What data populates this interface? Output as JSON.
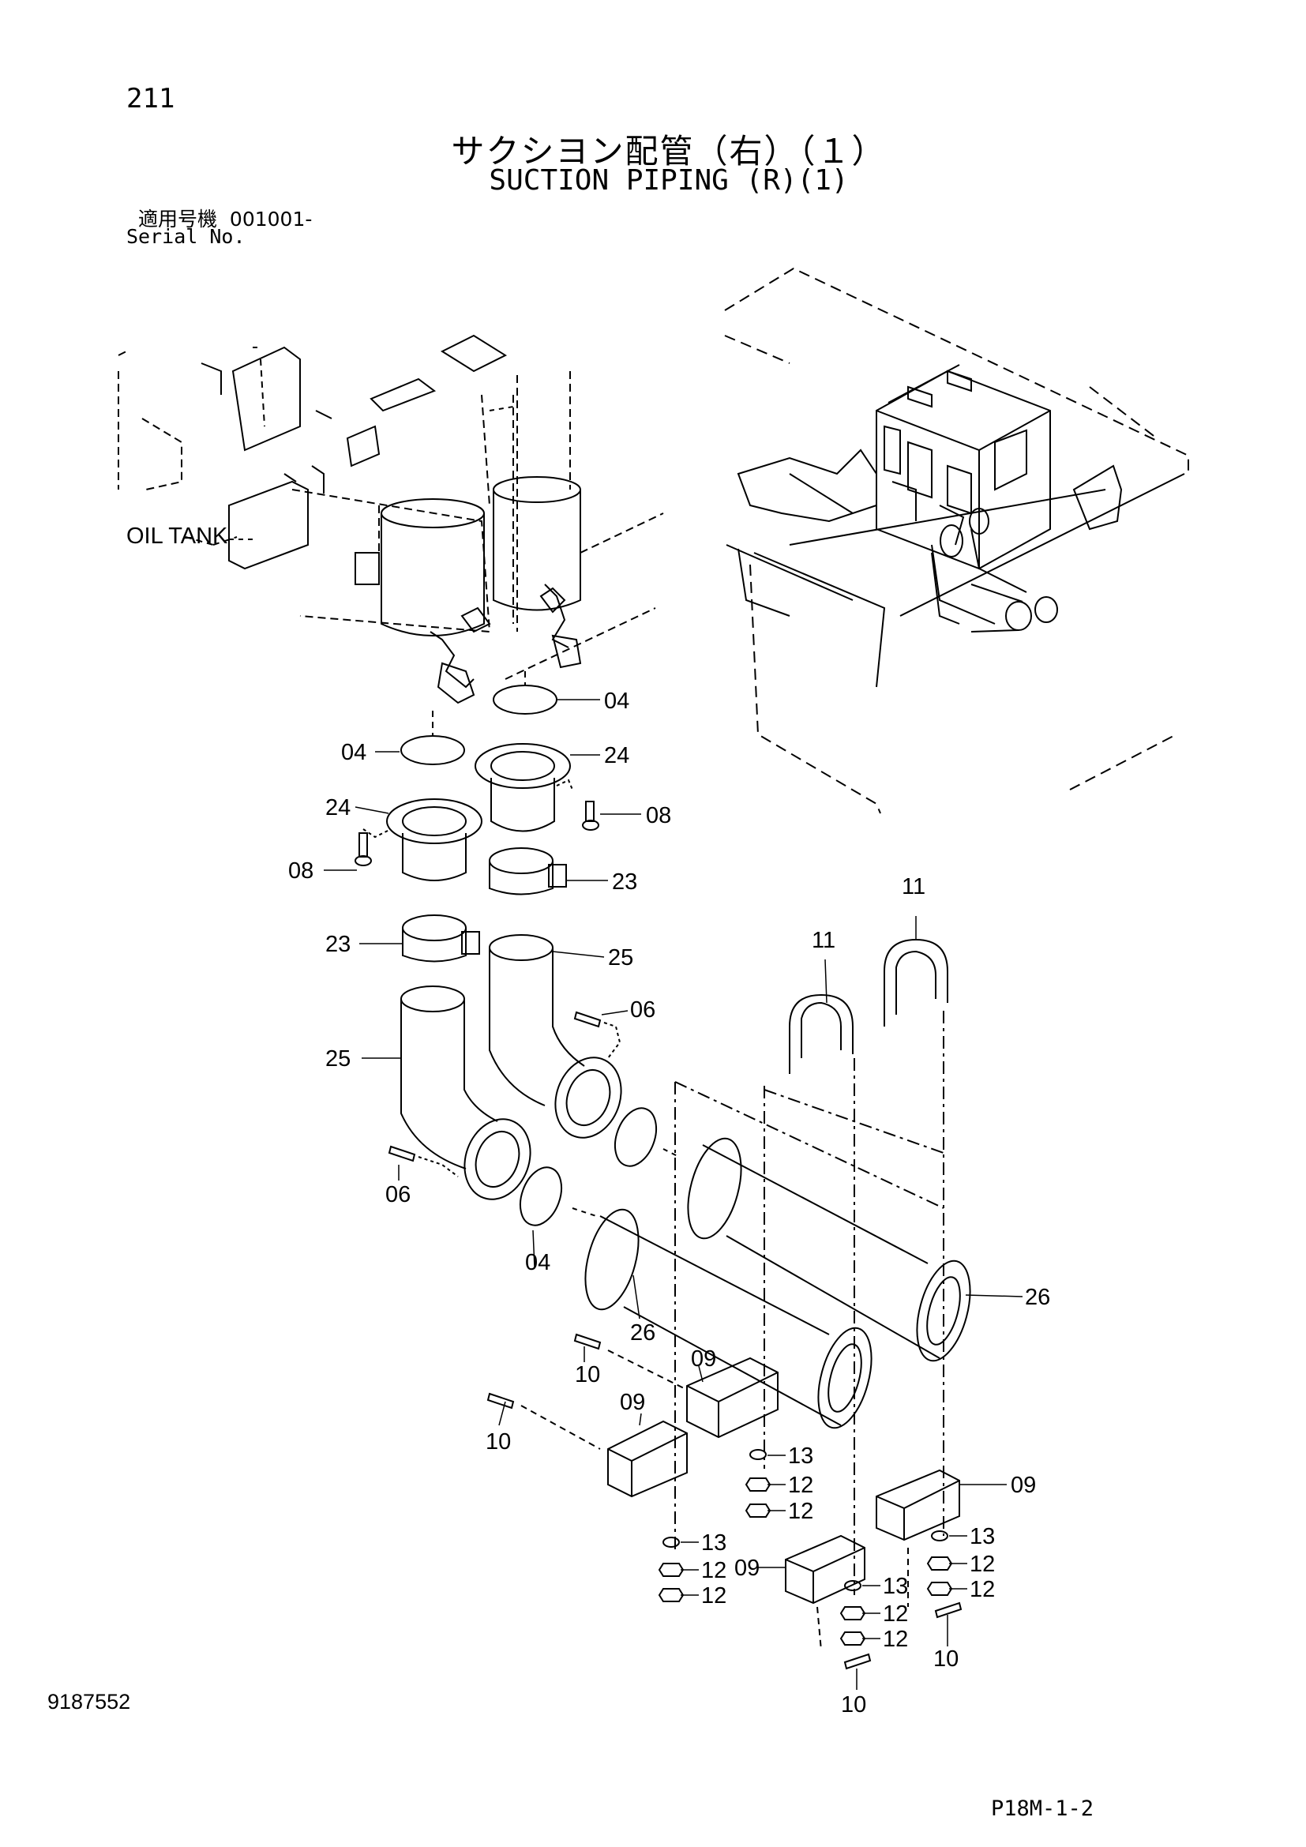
{
  "header": {
    "page_number": "211",
    "title_jp": "サクシヨン配管（右）（１）",
    "title_en": "SUCTION PIPING (R)(1)",
    "serial_label_jp": "適用号機",
    "serial_value": "001001-",
    "serial_label_en": "Serial No."
  },
  "diagram": {
    "tank_label": "OIL TANK",
    "callouts": {
      "c04a": "04",
      "c04b": "04",
      "c04c": "04",
      "c24a": "24",
      "c24b": "24",
      "c08a": "08",
      "c08b": "08",
      "c23a": "23",
      "c23b": "23",
      "c25a": "25",
      "c25b": "25",
      "c06a": "06",
      "c06b": "06",
      "c11a": "11",
      "c11b": "11",
      "c26a": "26",
      "c26b": "26",
      "c09a": "09",
      "c09b": "09",
      "c09c": "09",
      "c09d": "09",
      "c10a": "10",
      "c10b": "10",
      "c10c": "10",
      "c10d": "10",
      "c13a": "13",
      "c13b": "13",
      "c13c": "13",
      "c13d": "13",
      "c12a": "12",
      "c12b": "12",
      "c12c": "12",
      "c12d": "12",
      "c12e": "12",
      "c12f": "12",
      "c12g": "12",
      "c12h": "12"
    }
  },
  "footer": {
    "doc_id": "9187552",
    "page_code": "P18M-1-2"
  }
}
